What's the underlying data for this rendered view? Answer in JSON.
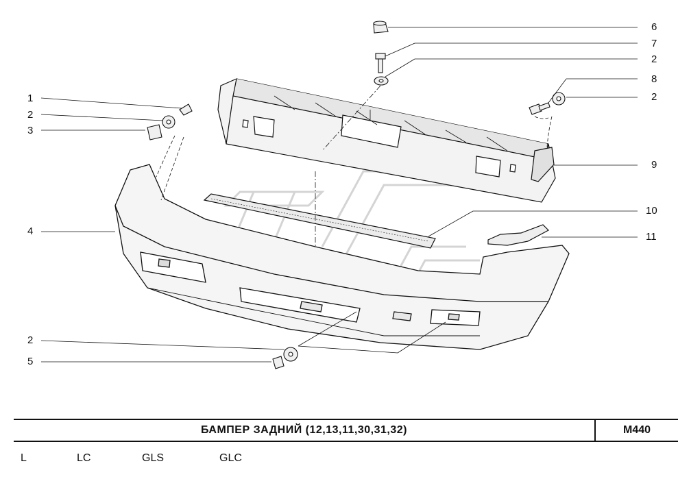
{
  "callouts": [
    "1",
    "2",
    "3",
    "4",
    "2",
    "5",
    "6",
    "7",
    "2",
    "8",
    "2",
    "9",
    "10",
    "11"
  ],
  "title": "БАМПЕР   ЗАДНИЙ  (12,13,11,30,31,32)",
  "code": "M440",
  "variants": [
    "L",
    "LC",
    "GLS",
    "GLC"
  ],
  "colors": {
    "line": "#111111",
    "watermark": "#d9d9d9",
    "part_fill": "#f2f2f2",
    "part_shade": "#e2e2e2"
  }
}
